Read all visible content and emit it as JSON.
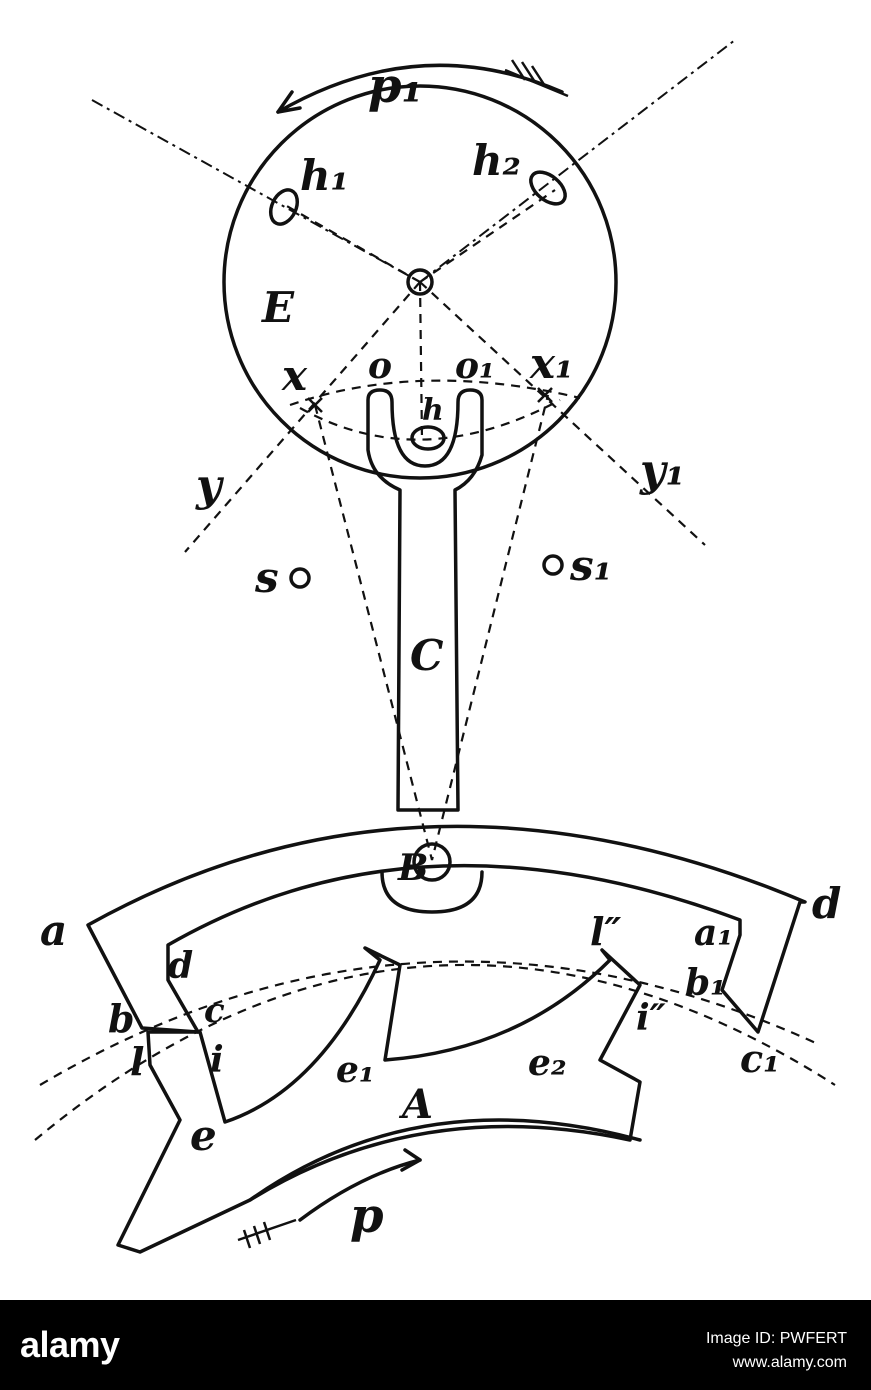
{
  "diagram": {
    "labels": {
      "p1": "p₁",
      "h1": "h₁",
      "h2": "h₂",
      "E": "E",
      "x": "x",
      "o": "o",
      "o1": "o₁",
      "x1": "x₁",
      "h": "h",
      "y": "y",
      "y1": "y₁",
      "s": "s",
      "s1": "s₁",
      "C": "C",
      "B": "B",
      "a": "a",
      "d_left": "d",
      "l_dd": "l″",
      "a1": "a₁",
      "d_right": "d",
      "b": "b",
      "c": "c",
      "l": "l",
      "i": "i",
      "e1": "e₁",
      "e2": "e₂",
      "i_dd": "i″",
      "b1": "b₁",
      "c1": "c₁",
      "A": "A",
      "e": "e",
      "p": "p"
    }
  },
  "watermark": {
    "brand": "alamy",
    "image_id": "Image ID: PWFERT",
    "site": "www.alamy.com"
  },
  "colors": {
    "ink": "#111111",
    "paper": "#ffffff",
    "bar": "#000000"
  }
}
